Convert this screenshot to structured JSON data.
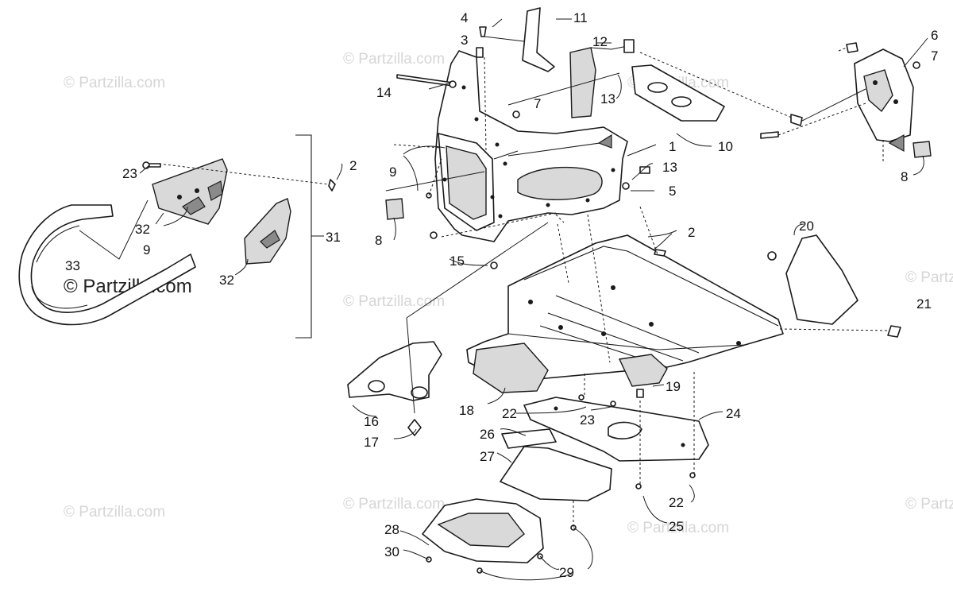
{
  "watermark": {
    "text": "© Partzilla.com",
    "prominent_text": "© Partzilla.com"
  },
  "callouts": [
    "1",
    "2",
    "2",
    "3",
    "4",
    "5",
    "6",
    "7",
    "7",
    "8",
    "8",
    "9",
    "9",
    "10",
    "11",
    "12",
    "13",
    "13",
    "14",
    "15",
    "16",
    "17",
    "18",
    "19",
    "20",
    "21",
    "22",
    "22",
    "23",
    "23",
    "24",
    "25",
    "26",
    "27",
    "28",
    "29",
    "30",
    "31",
    "32",
    "32",
    "33"
  ],
  "colors": {
    "ink": "#1a1a1a",
    "watermark": "#d6d6d6",
    "background": "#ffffff"
  }
}
